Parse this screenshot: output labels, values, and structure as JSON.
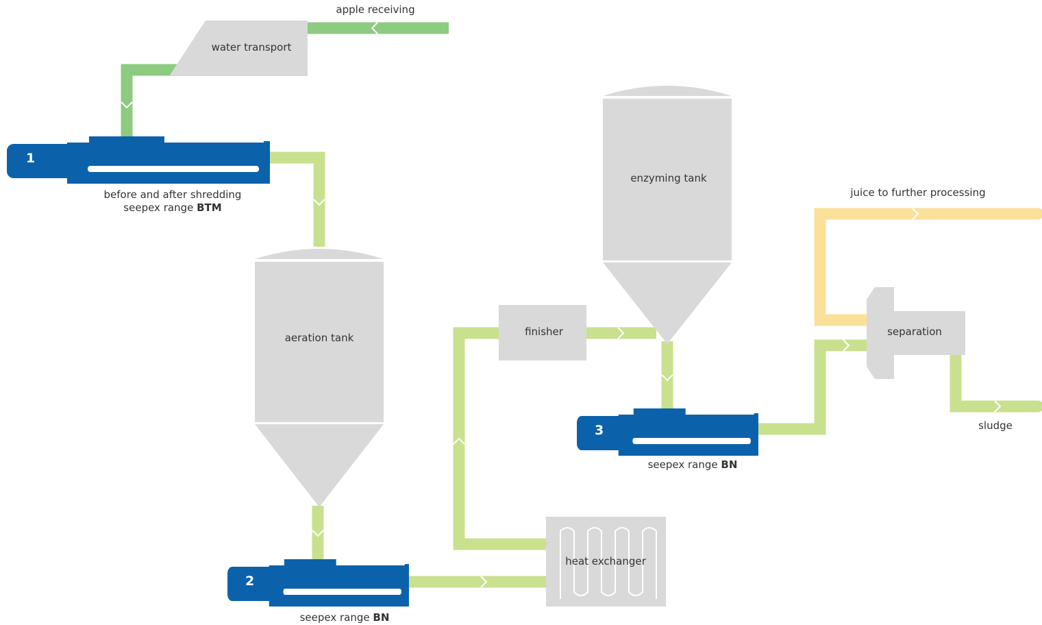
{
  "colors": {
    "green_dark": "#8dcb80",
    "green_light": "#c9e08f",
    "yellow": "#fbe09a",
    "gray": "#d9d9da",
    "pump_blue": "#0b62ab",
    "text": "#333333"
  },
  "labels": {
    "apple_receiving": "apple receiving",
    "water_transport": "water transport",
    "pump1_line1": "before and after shredding",
    "pump1_line2_prefix": "seepex range ",
    "pump1_line2_bold": "BTM",
    "aeration_tank": "aeration tank",
    "pump2_prefix": "seepex range ",
    "pump2_bold": "BN",
    "heat_exchanger": "heat exchanger",
    "finisher": "finisher",
    "enzyming_tank": "enzyming tank",
    "pump3_prefix": "seepex range ",
    "pump3_bold": "BN",
    "separation": "separation",
    "juice_out": "juice to further processing",
    "sludge": "sludge"
  },
  "pumps": {
    "pump1_number": "1",
    "pump2_number": "2",
    "pump3_number": "3"
  }
}
